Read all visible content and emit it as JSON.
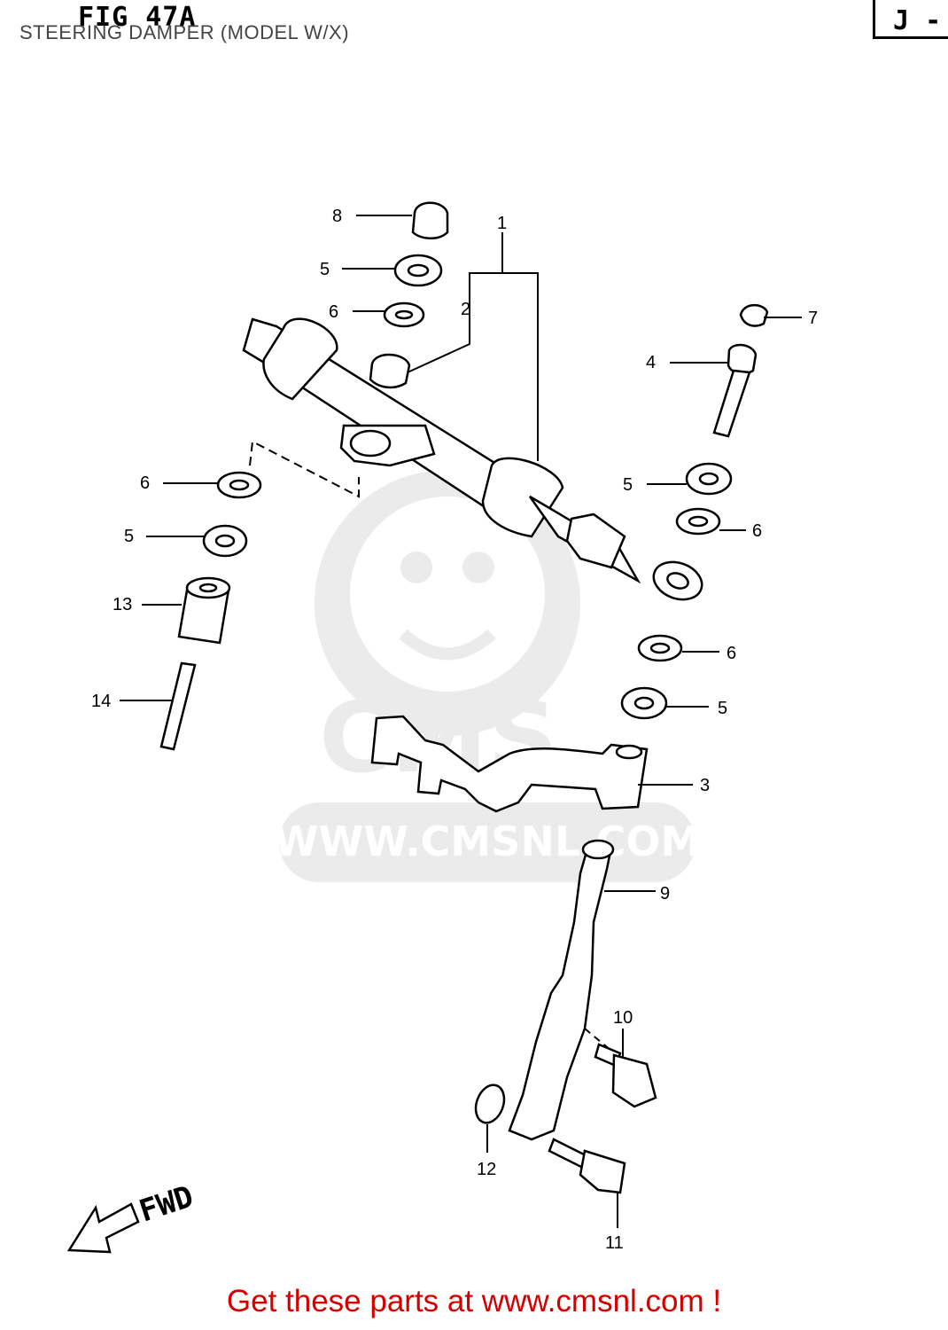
{
  "header": {
    "fig_title": "FIG 47A",
    "subtitle": "STEERING DAMPER (MODEL W/X)",
    "section_marker": "J -"
  },
  "watermark": {
    "url": "WWW.CMSNL.COM",
    "logo_letters": "CMS"
  },
  "direction_label": "FWD",
  "footer": {
    "text": "Get these parts at www.cmsnl.com !"
  },
  "callouts": [
    {
      "id": "c8",
      "label": "8"
    },
    {
      "id": "c1",
      "label": "1"
    },
    {
      "id": "c5a",
      "label": "5"
    },
    {
      "id": "c6a",
      "label": "6"
    },
    {
      "id": "c2",
      "label": "2"
    },
    {
      "id": "c7",
      "label": "7"
    },
    {
      "id": "c4",
      "label": "4"
    },
    {
      "id": "c6b",
      "label": "6"
    },
    {
      "id": "c5b",
      "label": "5"
    },
    {
      "id": "c5c",
      "label": "5"
    },
    {
      "id": "c6c",
      "label": "6"
    },
    {
      "id": "c13",
      "label": "13"
    },
    {
      "id": "c14",
      "label": "14"
    },
    {
      "id": "c6d",
      "label": "6"
    },
    {
      "id": "c5d",
      "label": "5"
    },
    {
      "id": "c3",
      "label": "3"
    },
    {
      "id": "c9",
      "label": "9"
    },
    {
      "id": "c10",
      "label": "10"
    },
    {
      "id": "c12",
      "label": "12"
    },
    {
      "id": "c11",
      "label": "11"
    }
  ],
  "colors": {
    "footer_text": "#d40000",
    "watermark": "#d9d9d9"
  }
}
